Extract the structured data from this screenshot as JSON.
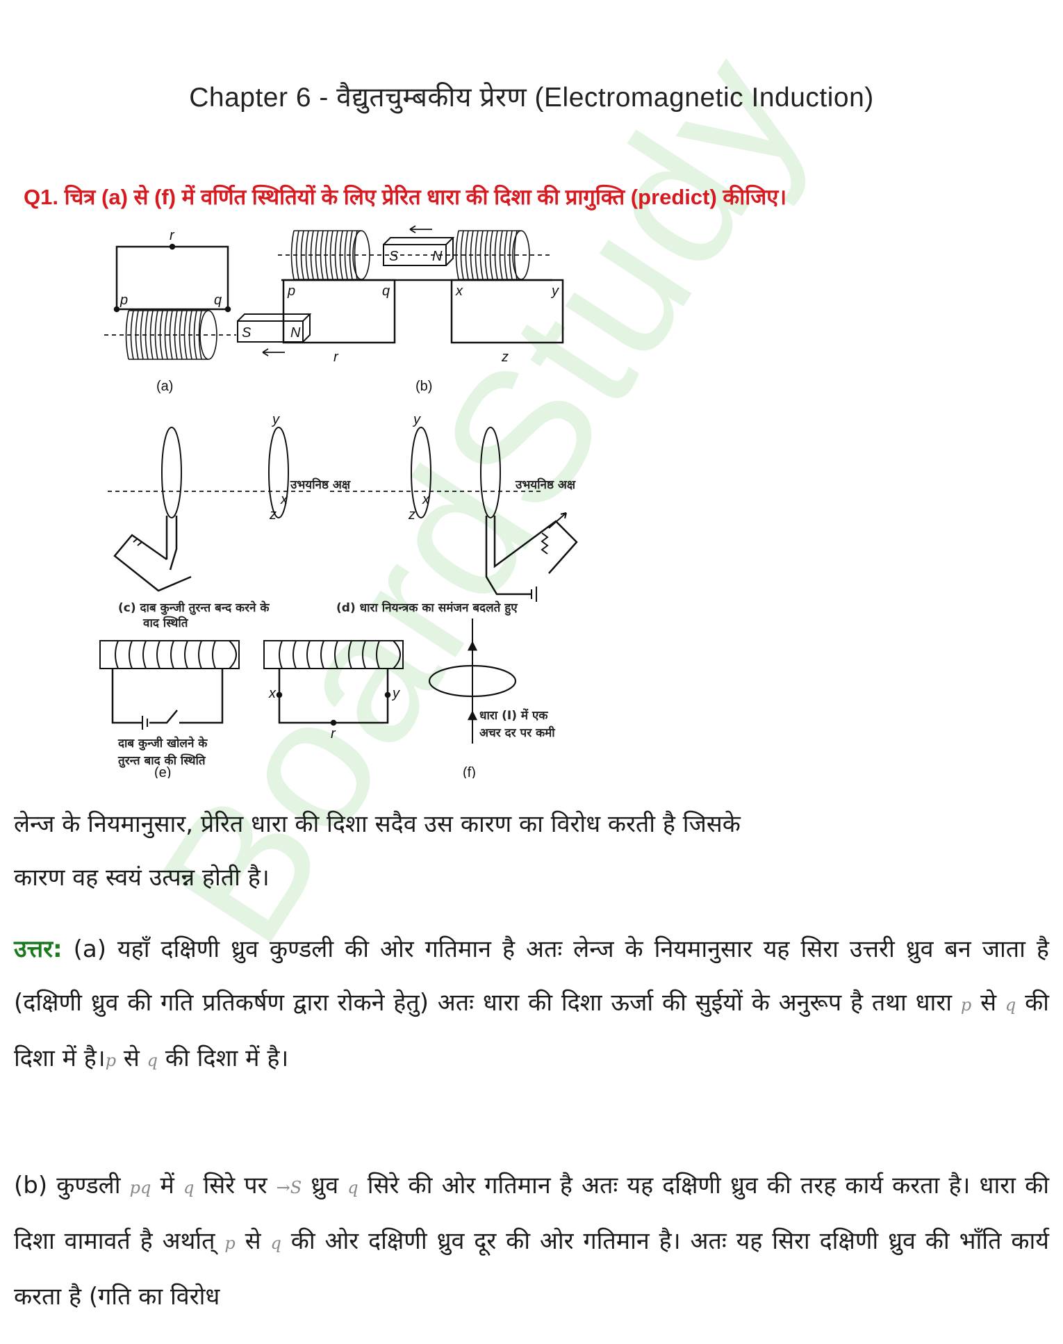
{
  "page": {
    "title": "Chapter 6 - वैद्युतचुम्बकीय प्रेरण (Electromagnetic Induction)"
  },
  "question": {
    "text": "Q1. चित्र (a) से (f) में वर्णित स्थितियों के लिए प्रेरित धारा की दिशा की प्रागुक्ति (predict) कीजिए।"
  },
  "figure": {
    "a": {
      "caption": "(a)",
      "labels": {
        "r": "r",
        "p": "p",
        "q": "q",
        "S": "S",
        "N": "N"
      }
    },
    "b": {
      "caption": "(b)",
      "labels": {
        "p": "p",
        "q": "q",
        "r": "r",
        "x": "x",
        "y": "y",
        "z": "z",
        "S": "S",
        "N": "N"
      }
    },
    "c": {
      "caption_line1": "(c) दाब कुन्जी तुरन्त बन्द करने के",
      "caption_line2": "वाद स्थिति",
      "axis_label": "उभयनिष्ठ अक्ष",
      "labels": {
        "x": "x",
        "y": "y",
        "z": "z"
      }
    },
    "d": {
      "caption": "(d) धारा नियन्त्रक का समंजन बदलते हुए",
      "axis_label": "उभयनिष्ठ अक्ष",
      "labels": {
        "x": "x",
        "y": "y",
        "z": "z"
      }
    },
    "e": {
      "caption_line1": "दाब कुन्जी खोलने के",
      "caption_line2": "तुरन्त बाद की स्थिति",
      "caption_line3": "(e)",
      "labels": {
        "x": "x",
        "y": "y",
        "r": "r"
      }
    },
    "f": {
      "caption": "(f)",
      "note_line1": "धारा (I) में एक",
      "note_line2": "अचर दर पर कमी"
    }
  },
  "watermark": {
    "text": "BoardStudy",
    "color": "#e3f4e3"
  },
  "body": {
    "lenz_line1": "लेन्ज के नियमानुसार, प्रेरित धारा की दिशा सदैव उस कारण का विरोध करती है जिसके",
    "lenz_line2": "कारण वह स्वयं उत्पन्न होती है।",
    "answer_label": "उत्तर:",
    "answer_a_p1": " (a) यहाँ दक्षिणी ध्रुव कुण्डली की ओर गतिमान है अतः लेन्ज के नियमानुसार यह सिरा उत्तरी ध्रुव बन जाता है (दक्षिणी ध्रुव की गति प्रतिकर्षण द्वारा रोकने हेतु) अतः धारा की दिशा ऊर्जा की सुईयों के अनुरूप है तथा धारा ",
    "math_p": "p",
    "answer_a_p2": " से ",
    "math_q": "q",
    "answer_a_p3": " की दिशा में है।",
    "answer_a_p4": " से ",
    "answer_a_p5": " की दिशा में है।",
    "answer_b_p1": "(b) कुण्डली ",
    "math_pq": "pq",
    "answer_b_p2": " में ",
    "answer_b_p3": " सिरे पर ",
    "math_arrow_S": "→S",
    "answer_b_p4": " ध्रुव ",
    "answer_b_p5": " सिरे की ओर गतिमान है अतः यह दक्षिणी ध्रुव की तरह कार्य करता है। धारा की दिशा वामावर्त है अर्थात् ",
    "answer_b_p6": " से ",
    "answer_b_p7": " की ओर दक्षिणी ध्रुव दूर की ओर गतिमान है। अतः यह सिरा दक्षिणी ध्रुव की भाँति कार्य करता है (गति का विरोध"
  },
  "colors": {
    "question_red": "#d71920",
    "answer_green": "#1b7a1b",
    "watermark_green": "#e3f4e3"
  }
}
